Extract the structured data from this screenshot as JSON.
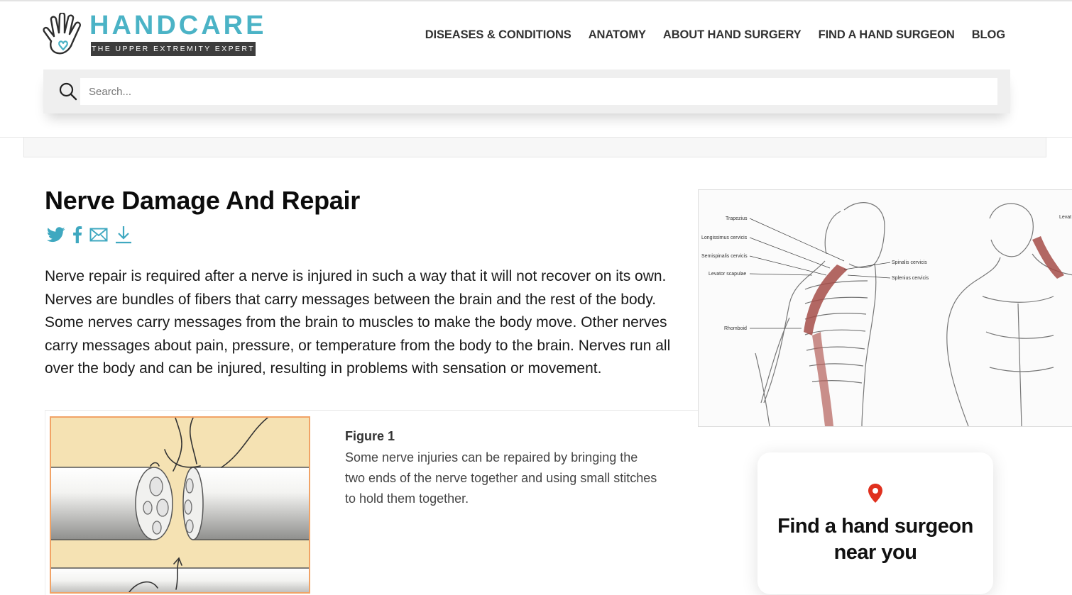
{
  "brand": {
    "name": "HANDCARE",
    "tagline": "THE UPPER EXTREMITY EXPERT",
    "accent": "#4bb3c6"
  },
  "nav": {
    "items": [
      {
        "label": "DISEASES & CONDITIONS"
      },
      {
        "label": "ANATOMY"
      },
      {
        "label": "ABOUT HAND SURGERY"
      },
      {
        "label": "FIND A HAND SURGEON"
      },
      {
        "label": "BLOG"
      }
    ]
  },
  "search": {
    "placeholder": "Search...",
    "value": ""
  },
  "article": {
    "title": "Nerve Damage And Repair",
    "share_icons": [
      "twitter-icon",
      "facebook-icon",
      "email-icon",
      "download-icon"
    ],
    "intro": "Nerve repair is required after a nerve is injured in such a way that it will not recover on its own. Nerves are bundles of fibers that carry messages between the brain and the rest of the body. Some nerves carry messages from the brain to muscles to make the body move. Other nerves carry messages about pain, pressure, or temperature from the body to the brain. Nerves run all over the body and can be injured, resulting in problems with sensation or movement.",
    "figure": {
      "title": "Figure 1",
      "caption": "Some nerve injuries can be repaired by bringing the two ends of the nerve together and using small stitches to hold them together."
    }
  },
  "sidebar": {
    "anatomy_labels_left": [
      "Trapezius",
      "Longissimus cervicis",
      "Semispinalis cervicis",
      "Levator scapulae",
      "Rhomboid"
    ],
    "anatomy_labels_right": [
      "Spinalis cervicis",
      "Splenius cervicis"
    ],
    "anatomy_label_cut": "Levat",
    "find_surgeon": {
      "text": "Find a hand surgeon near you",
      "pin_color": "#e0301e"
    }
  }
}
